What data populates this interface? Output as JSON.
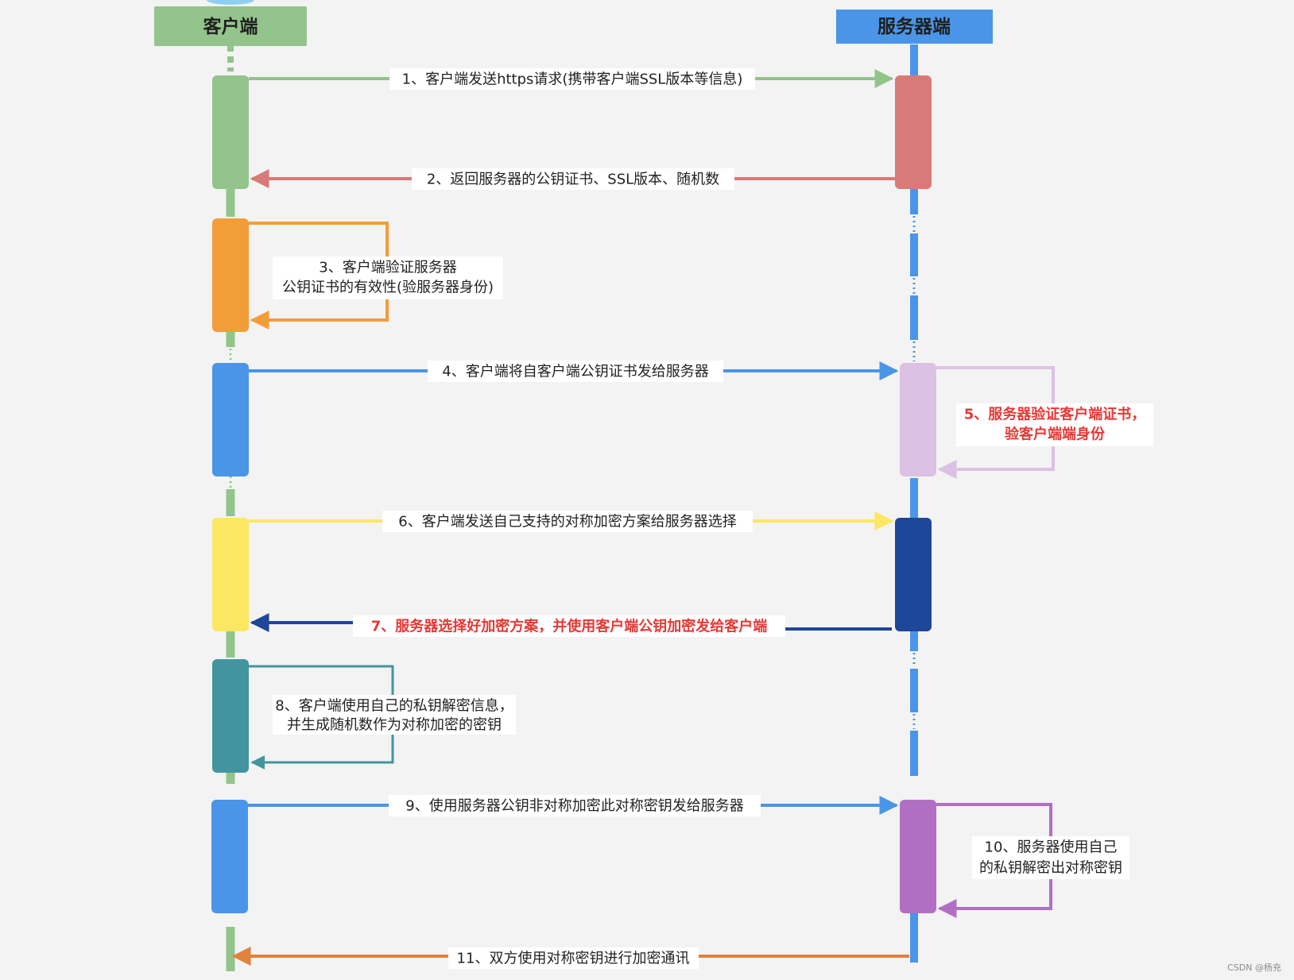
{
  "participants": {
    "client": {
      "label": "客户端",
      "color": "#93c48b"
    },
    "server": {
      "label": "服务器端",
      "color": "#4a95e8"
    }
  },
  "steps": [
    {
      "label": "1、客户端发送https请求(携带客户端SSL版本等信息)",
      "color": "#93c48b"
    },
    {
      "label": "2、返回服务器的公钥证书、SSL版本、随机数",
      "color": "#d87a77"
    },
    {
      "lines": [
        "3、客户端验证服务器",
        "公钥证书的有效性(验服务器身份)"
      ],
      "color": "#f29d38"
    },
    {
      "label": "4、客户端将自客户端公钥证书发给服务器",
      "color": "#4a95e8"
    },
    {
      "lines": [
        "5、服务器验证客户端证书，",
        "验客户端端身份"
      ],
      "color": "#dbc1e3",
      "highlight": true
    },
    {
      "label": "6、客户端发送自己支持的对称加密方案给服务器选择",
      "color": "#fce763"
    },
    {
      "label": "7、服务器选择好加密方案，并使用客户端公钥加密发给客户端",
      "color": "#1e4699",
      "highlight": true
    },
    {
      "lines": [
        "8、客户端使用自己的私钥解密信息，",
        "并生成随机数作为对称加密的密钥"
      ],
      "color": "#42959f"
    },
    {
      "label": "9、使用服务器公钥非对称加密此对称密钥发给服务器",
      "color": "#4a95e8"
    },
    {
      "lines": [
        "10、服务器使用自己",
        "的私钥解密出对称密钥"
      ],
      "color": "#b16fc3"
    },
    {
      "label": "11、双方使用对称密钥进行加密通讯",
      "color": "#e0813c"
    }
  ],
  "activations": {
    "client": [
      "#93c48b",
      "#f29d38",
      "#4a95e8",
      "#fce763",
      "#42959f",
      "#4a95e8"
    ],
    "server": [
      "#d87a77",
      "#dbc1e3",
      "#1e4699",
      "#b16fc3"
    ]
  },
  "watermark": "CSDN @杨充"
}
